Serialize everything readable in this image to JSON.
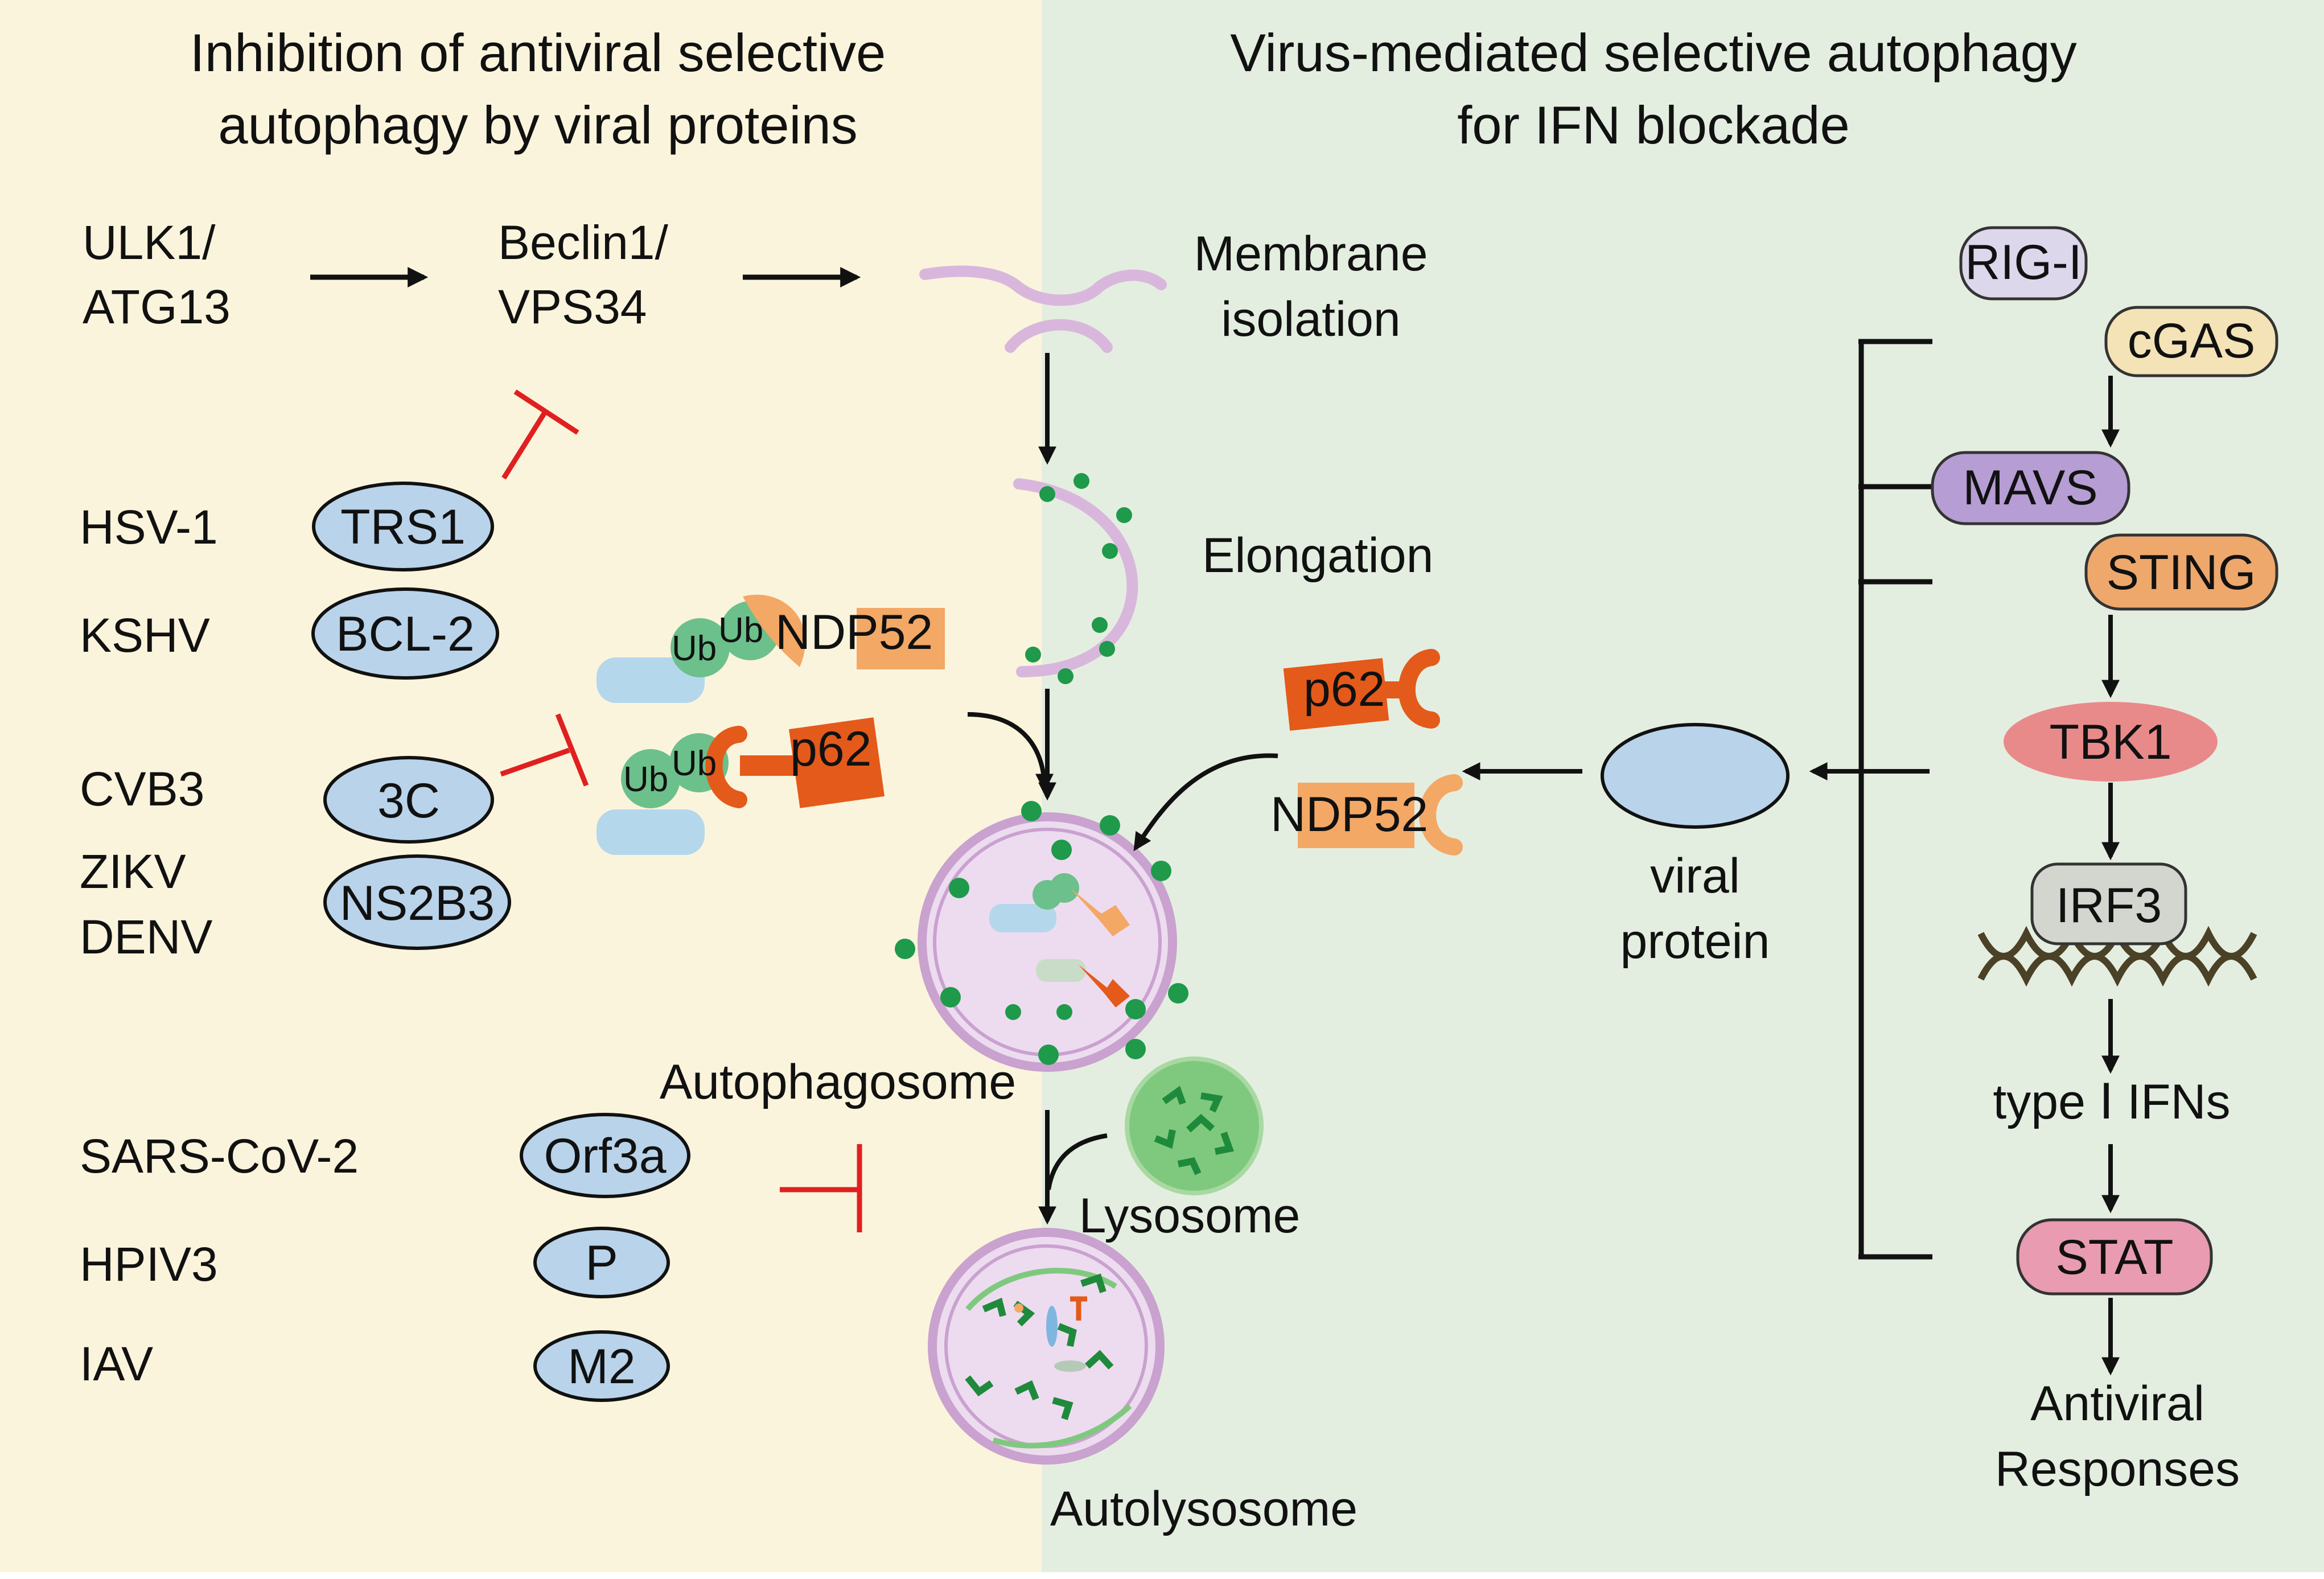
{
  "colors": {
    "left_panel_bg": "#fbf4dc",
    "right_panel_bg": "#e4eee0",
    "inhibit_red": "#e02020",
    "viral_protein_fill": "#b9d3ea",
    "ub_green": "#6cc08b",
    "cargo_blue": "#b5d7ec",
    "p62_orange": "#e45a1a",
    "ndp52_orange": "#f3a866",
    "lc3_dot": "#1e9a4a",
    "membrane_purple": "#d9b7dd",
    "lysosome_green": "#7fc97f",
    "rigi_fill": "#ddd7ec",
    "cgas_fill": "#f3e3b6",
    "mavs_fill": "#b69dd4",
    "sting_fill": "#eea86c",
    "tbk1_fill": "#e98a8a",
    "irf3_fill": "#d2d6cf",
    "stat_fill": "#e89bb1",
    "dna_brown": "#4a4127"
  },
  "left_panel": {
    "title_line1": "Inhibition of antiviral selective",
    "title_line2": "autophagy by viral proteins",
    "ulk1_line1": "ULK1/",
    "ulk1_line2": "ATG13",
    "beclin_line1": "Beclin1/",
    "beclin_line2": "VPS34",
    "viruses": {
      "hsv1": "HSV-1",
      "kshv": "KSHV",
      "cvb3": "CVB3",
      "zikv": "ZIKV",
      "denv": "DENV",
      "sars": "SARS-CoV-2",
      "hpiv3": "HPIV3",
      "iav": "IAV"
    },
    "proteins": {
      "trs1": "TRS1",
      "bcl2": "BCL-2",
      "c3": "3C",
      "ns2b3": "NS2B3",
      "orf3a": "Orf3a",
      "p": "P",
      "m2": "M2"
    },
    "receptors": {
      "ub": "Ub",
      "ndp52": "NDP52",
      "p62": "p62"
    }
  },
  "center": {
    "membrane_line1": "Membrane",
    "membrane_line2": "isolation",
    "elongation": "Elongation",
    "autophagosome": "Autophagosome",
    "lysosome": "Lysosome",
    "autolysosome": "Autolysosome"
  },
  "right_panel": {
    "title_line1": "Virus-mediated selective autophagy",
    "title_line2": "for IFN blockade",
    "p62": "p62",
    "ndp52": "NDP52",
    "viral_protein_line1": "viral",
    "viral_protein_line2": "protein",
    "pathway": {
      "rigi": "RIG-I",
      "cgas": "cGAS",
      "mavs": "MAVS",
      "sting": "STING",
      "tbk1": "TBK1",
      "irf3": "IRF3",
      "ifn": "type Ⅰ IFNs",
      "stat": "STAT",
      "antiviral_line1": "Antiviral",
      "antiviral_line2": "Responses"
    }
  }
}
